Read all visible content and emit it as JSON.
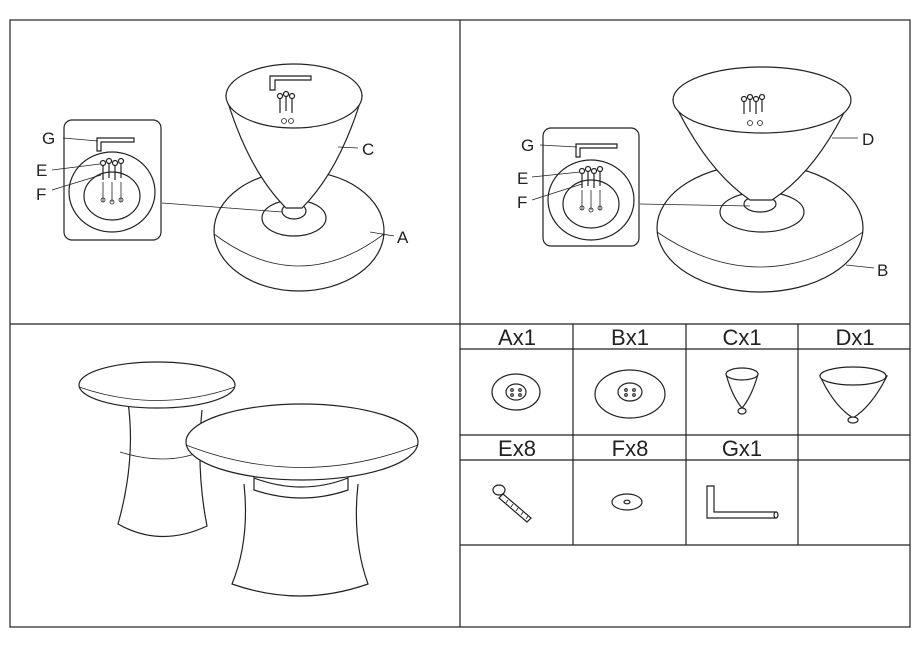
{
  "step1": {
    "labels": {
      "g": "G",
      "e": "E",
      "f": "F",
      "c": "C",
      "a": "A"
    }
  },
  "step2": {
    "labels": {
      "g": "G",
      "e": "E",
      "f": "F",
      "d": "D",
      "b": "B"
    }
  },
  "parts": [
    {
      "label": "Ax1"
    },
    {
      "label": "Bx1"
    },
    {
      "label": "Cx1"
    },
    {
      "label": "Dx1"
    },
    {
      "label": "Ex8"
    },
    {
      "label": "Fx8"
    },
    {
      "label": "Gx1"
    },
    {
      "label": ""
    }
  ]
}
